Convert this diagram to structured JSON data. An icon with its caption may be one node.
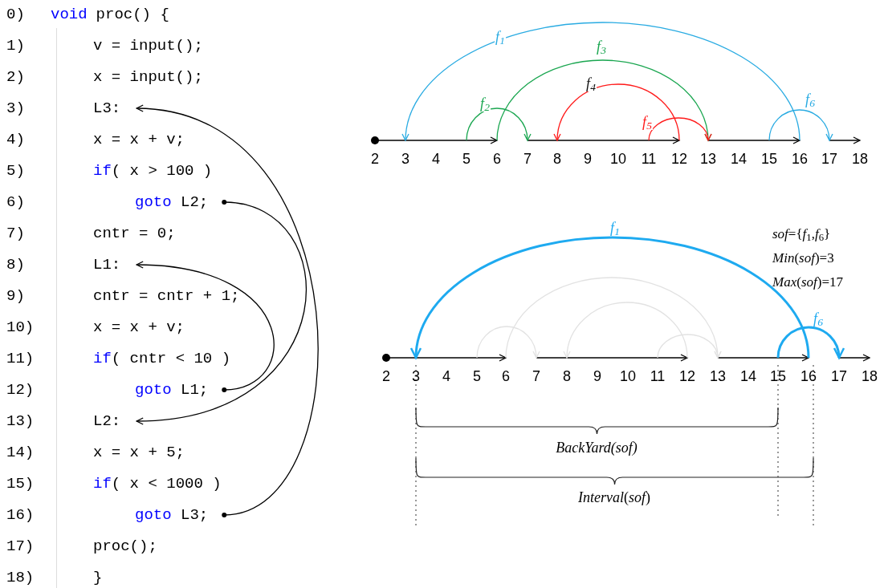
{
  "diagram": {
    "nodes": [
      {
        "text": [
          "L3:"
        ]
      },
      {
        "text": [
          "goto",
          "L2;"
        ]
      },
      {
        "text": [
          "L1:"
        ]
      },
      {
        "text": [
          "goto",
          "L1;"
        ]
      },
      {
        "text": [
          "L2:"
        ]
      },
      {
        "text": [
          "goto",
          "L3;"
        ]
      },
      {
        "text": [
          "2"
        ]
      },
      {
        "text": [
          "3"
        ]
      },
      {
        "text": [
          "4"
        ]
      },
      {
        "text": [
          "5"
        ]
      },
      {
        "text": [
          "6"
        ]
      },
      {
        "text": [
          "7"
        ]
      },
      {
        "text": [
          "8"
        ]
      },
      {
        "text": [
          "9"
        ]
      },
      {
        "text": [
          "10"
        ]
      },
      {
        "text": [
          "11"
        ]
      },
      {
        "text": [
          "12"
        ]
      },
      {
        "text": [
          "13"
        ]
      },
      {
        "text": [
          "14"
        ]
      },
      {
        "text": [
          "15"
        ]
      },
      {
        "text": [
          "16"
        ]
      },
      {
        "text": [
          "17"
        ]
      },
      {
        "text": [
          "18"
        ]
      },
      {
        "text": [
          "2"
        ]
      },
      {
        "text": [
          "3"
        ]
      },
      {
        "text": [
          "4"
        ]
      },
      {
        "text": [
          "5"
        ]
      },
      {
        "text": [
          "6"
        ]
      },
      {
        "text": [
          "7"
        ]
      },
      {
        "text": [
          "8"
        ]
      },
      {
        "text": [
          "9"
        ]
      },
      {
        "text": [
          "10"
        ]
      },
      {
        "text": [
          "11"
        ]
      },
      {
        "text": [
          "12"
        ]
      },
      {
        "text": [
          "13"
        ]
      },
      {
        "text": [
          "14"
        ]
      },
      {
        "text": [
          "15"
        ]
      },
      {
        "text": [
          "16"
        ]
      },
      {
        "text": [
          "17"
        ]
      },
      {
        "text": [
          "18"
        ]
      }
    ],
    "edges": [
      {
        "from": 1,
        "to": 4,
        "arrow": "to"
      },
      {
        "from": 3,
        "to": 2,
        "arrow": "to"
      },
      {
        "from": 5,
        "to": 0,
        "arrow": "to"
      },
      {
        "from": 6,
        "to": 10,
        "arrow": "to"
      },
      {
        "from": 11,
        "to": 16,
        "arrow": "to"
      },
      {
        "from": 17,
        "to": 20,
        "arrow": "to"
      },
      {
        "from": 21,
        "to": 22,
        "arrow": "to"
      },
      {
        "from": 20,
        "to": 7,
        "arrow": "to",
        "label": "f$_{1}$",
        "color": "#29abe2"
      },
      {
        "from": 9,
        "to": 11,
        "arrow": "to",
        "label": "f$_{2}$",
        "color": "#1aa650"
      },
      {
        "from": 10,
        "to": 17,
        "arrow": "to",
        "label": "f$_{3}$",
        "color": "#1aa650"
      },
      {
        "from": 16,
        "to": 12,
        "arrow": "to",
        "label": "f$_{4}$",
        "color": "#ff1a1a"
      },
      {
        "from": 15,
        "to": 17,
        "arrow": "to",
        "label": "f$_{5}$",
        "color": "#ff1a1a"
      },
      {
        "from": 19,
        "to": 21,
        "arrow": "to",
        "label": "f$_{6}$",
        "color": "#29abe2"
      },
      {
        "from": 23,
        "to": 27,
        "arrow": "to"
      },
      {
        "from": 28,
        "to": 33,
        "arrow": "to"
      },
      {
        "from": 34,
        "to": 37,
        "arrow": "to"
      },
      {
        "from": 38,
        "to": 39,
        "arrow": "to"
      },
      {
        "from": 37,
        "to": 24,
        "arrow": "to",
        "label": "f$_{1}$",
        "color": "#1eaaf0",
        "style": "thick"
      },
      {
        "from": 26,
        "to": 28,
        "arrow": "to",
        "color": "#e2e2e2"
      },
      {
        "from": 27,
        "to": 34,
        "arrow": "to",
        "color": "#e2e2e2"
      },
      {
        "from": 33,
        "to": 29,
        "arrow": "to",
        "color": "#e2e2e2"
      },
      {
        "from": 32,
        "to": 34,
        "arrow": "to",
        "color": "#e2e2e2"
      },
      {
        "from": 36,
        "to": 38,
        "arrow": "to",
        "label": "f$_{6}$",
        "color": "#1eaaf0",
        "style": "thick"
      }
    ],
    "labels": [
      "0)",
      "void",
      "proc() {",
      "1)",
      "v = input();",
      "2)",
      "x = input();",
      "3)",
      "4)",
      "x = x + v;",
      "5)",
      "if",
      "( x > 100 )",
      "6)",
      "7)",
      "cntr = 0;",
      "8)",
      "9)",
      "cntr = cntr + 1;",
      "10)",
      "x = x + v;",
      "11)",
      "if",
      "( cntr < 10 )",
      "12)",
      "13)",
      "14)",
      "x = x + 5;",
      "15)",
      "if",
      "( x < 1000 )",
      "16)",
      "17)",
      "proc();",
      "18)",
      "}",
      "*sof*={*f*$_{1}$,*f*$_{6}$}",
      "*Min*(*sof*)=3",
      "*Max*(*sof*)=17",
      "BackYard(sof)",
      "*Interval*(*sof*)"
    ]
  }
}
